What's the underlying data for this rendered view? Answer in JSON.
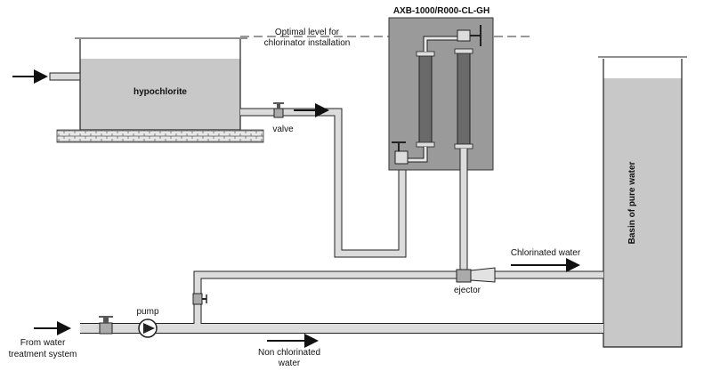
{
  "labels": {
    "optimal_level_line1": "Optimal level for",
    "optimal_level_line2": "chlorinator installation",
    "device_model": "AXB-1000/R000-CL-GH",
    "hypochlorite": "hypochlorite",
    "valve": "valve",
    "chlorinated_water": "Chlorinated water",
    "basin": "Basin of pure water",
    "ejector": "ejector",
    "pump": "pump",
    "from_water_line1": "From water",
    "from_water_line2": "treatment system",
    "non_chlorinated_line1": "Non chlorinated",
    "non_chlorinated_line2": "water"
  },
  "colors": {
    "liquid": "#c8c8c8",
    "panel": "#9a9a9a",
    "pipe": "#dcdcdc",
    "outline": "#222222"
  }
}
